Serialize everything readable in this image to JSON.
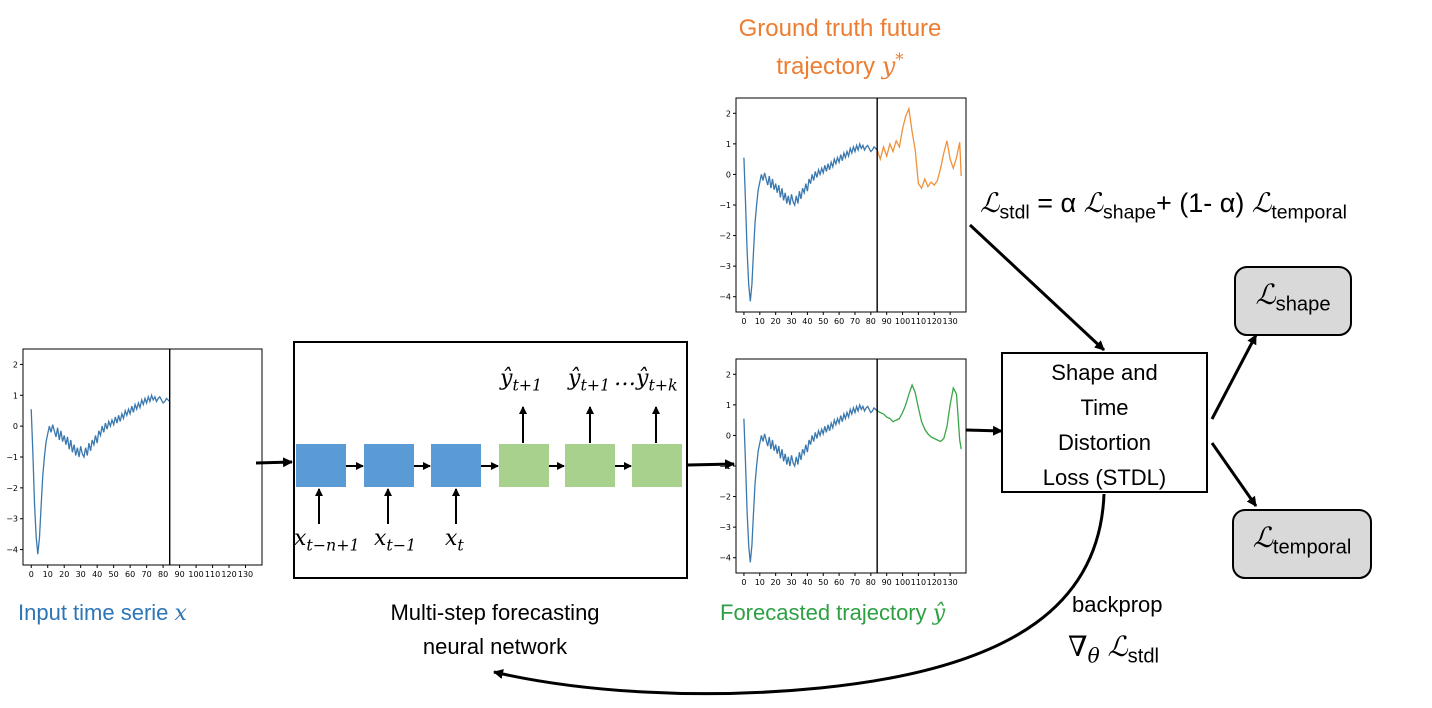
{
  "titles": {
    "ground_truth_line1": "Ground truth future",
    "ground_truth_line2": "trajectory",
    "ground_truth_symbol": "y",
    "ground_truth_sup": "*",
    "input": "Input time serie",
    "input_symbol": "x",
    "network_line1": "Multi-step forecasting",
    "network_line2": "neural network",
    "forecast": "Forecasted trajectory",
    "forecast_symbol": "ŷ"
  },
  "loss_formula": {
    "l": "ℒ",
    "stdl_sub": "stdl",
    "eq": " = α ",
    "shape_sub": "shape",
    "mid": "+ (1- α) ",
    "temporal_sub": "temporal"
  },
  "stdl_box": [
    "Shape and",
    "Time",
    "Distortion",
    "Loss (STDL)"
  ],
  "outputs": {
    "shape": {
      "l": "ℒ",
      "sub": "shape"
    },
    "temporal": {
      "l": "ℒ",
      "sub": "temporal"
    }
  },
  "backprop": {
    "label": "backprop",
    "nabla": "∇",
    "theta": "θ",
    "l": "ℒ",
    "sub": "stdl"
  },
  "network": {
    "inputs": [
      {
        "sym": "x",
        "sub": "t−n+1"
      },
      {
        "sym": "x",
        "sub": "t−1"
      },
      {
        "sym": "x",
        "sub": "t"
      }
    ],
    "outputs": [
      {
        "sym": "ŷ",
        "sub": "t+1"
      },
      {
        "sym": "ŷ",
        "sub": "t+1"
      },
      {
        "sym": "…ŷ",
        "sub": "t+k"
      }
    ]
  },
  "colors": {
    "blue_series": "#3b78ae",
    "orange_series": "#f0913a",
    "green_series": "#3aa648",
    "input_label": "#2e75b6",
    "ground_truth_label": "#ed7d31",
    "forecast_label": "#2ea043",
    "encoder_cell": "#5b9bd5",
    "decoder_cell": "#a9d18e",
    "output_box": "#d9d9d9"
  },
  "chart_data": [
    {
      "type": "line",
      "id": "input",
      "xticks": [
        "0",
        "10",
        "20",
        "30",
        "40",
        "50",
        "60",
        "70",
        "80",
        "90",
        "100",
        "110",
        "120",
        "130"
      ],
      "yticks": [
        "2",
        "1",
        "0",
        "−1",
        "−2",
        "−3",
        "−4"
      ],
      "xlim": [
        -5,
        140
      ],
      "ylim": [
        -4.5,
        2.5
      ],
      "vline": 84,
      "series": [
        {
          "color": "blue",
          "x": [
            0,
            1,
            2,
            3,
            4,
            5,
            6,
            7,
            8,
            9,
            10,
            11,
            12,
            13,
            14,
            15,
            16,
            17,
            18,
            19,
            20,
            21,
            22,
            23,
            24,
            25,
            26,
            27,
            28,
            29,
            30,
            31,
            32,
            33,
            34,
            35,
            36,
            37,
            38,
            39,
            40,
            41,
            42,
            43,
            44,
            45,
            46,
            47,
            48,
            49,
            50,
            51,
            52,
            53,
            54,
            55,
            56,
            57,
            58,
            59,
            60,
            61,
            62,
            63,
            64,
            65,
            66,
            67,
            68,
            69,
            70,
            71,
            72,
            73,
            74,
            75,
            76,
            77,
            78,
            79,
            80,
            81,
            82,
            83,
            84
          ],
          "y": [
            0.55,
            -0.9,
            -2.5,
            -3.6,
            -4.15,
            -3.6,
            -2.6,
            -1.6,
            -1.0,
            -0.5,
            -0.25,
            0.0,
            -0.2,
            0.05,
            -0.15,
            -0.35,
            -0.05,
            -0.45,
            -0.15,
            -0.5,
            -0.3,
            -0.6,
            -0.35,
            -0.75,
            -0.45,
            -0.85,
            -0.6,
            -0.95,
            -0.7,
            -1.0,
            -0.65,
            -0.9,
            -1.0,
            -0.7,
            -0.95,
            -0.55,
            -0.8,
            -0.45,
            -0.6,
            -0.3,
            -0.55,
            -0.15,
            -0.3,
            0.0,
            -0.2,
            0.1,
            -0.1,
            0.15,
            0.0,
            0.2,
            0.05,
            0.3,
            0.1,
            0.35,
            0.15,
            0.4,
            0.25,
            0.5,
            0.35,
            0.55,
            0.4,
            0.65,
            0.45,
            0.7,
            0.55,
            0.75,
            0.6,
            0.85,
            0.7,
            0.9,
            0.75,
            0.95,
            0.8,
            1.0,
            0.85,
            0.95,
            0.8,
            0.9,
            0.95,
            0.85,
            0.75,
            0.8,
            0.9,
            0.85,
            0.8
          ]
        }
      ]
    },
    {
      "type": "line",
      "id": "ground_truth",
      "xticks": [
        "0",
        "10",
        "20",
        "30",
        "40",
        "50",
        "60",
        "70",
        "80",
        "90",
        "100",
        "110",
        "120",
        "130"
      ],
      "yticks": [
        "2",
        "1",
        "0",
        "−1",
        "−2",
        "−3",
        "−4"
      ],
      "xlim": [
        -5,
        140
      ],
      "ylim": [
        -4.5,
        2.5
      ],
      "vline": 84,
      "series": [
        {
          "color": "blue",
          "ref": "input"
        },
        {
          "color": "orange",
          "x": [
            84,
            86,
            88,
            90,
            92,
            94,
            96,
            98,
            100,
            102,
            104,
            106,
            108,
            110,
            112,
            114,
            116,
            118,
            120,
            122,
            124,
            126,
            128,
            130,
            132,
            134,
            136,
            137
          ],
          "y": [
            0.8,
            0.5,
            0.9,
            0.6,
            1.0,
            0.75,
            1.1,
            0.9,
            1.5,
            1.9,
            2.15,
            1.4,
            0.8,
            -0.3,
            -0.45,
            -0.15,
            -0.4,
            -0.25,
            -0.35,
            -0.2,
            0.2,
            0.7,
            1.1,
            0.5,
            0.2,
            0.55,
            1.05,
            -0.05
          ]
        }
      ]
    },
    {
      "type": "line",
      "id": "forecast",
      "xticks": [
        "0",
        "10",
        "20",
        "30",
        "40",
        "50",
        "60",
        "70",
        "80",
        "90",
        "100",
        "110",
        "120",
        "130"
      ],
      "yticks": [
        "2",
        "1",
        "0",
        "−1",
        "−2",
        "−3",
        "−4"
      ],
      "xlim": [
        -5,
        140
      ],
      "ylim": [
        -4.5,
        2.5
      ],
      "vline": 84,
      "series": [
        {
          "color": "blue",
          "ref": "input"
        },
        {
          "color": "green",
          "x": [
            84,
            86,
            88,
            90,
            92,
            94,
            96,
            98,
            100,
            102,
            104,
            106,
            108,
            110,
            112,
            114,
            116,
            118,
            120,
            122,
            124,
            126,
            128,
            130,
            132,
            134,
            135,
            136,
            137
          ],
          "y": [
            0.8,
            0.75,
            0.7,
            0.6,
            0.55,
            0.45,
            0.5,
            0.55,
            0.75,
            1.0,
            1.35,
            1.65,
            1.4,
            0.9,
            0.45,
            0.2,
            0.05,
            -0.05,
            -0.1,
            -0.15,
            -0.2,
            -0.1,
            0.3,
            1.0,
            1.55,
            1.35,
            0.6,
            -0.15,
            -0.45
          ]
        }
      ]
    }
  ]
}
